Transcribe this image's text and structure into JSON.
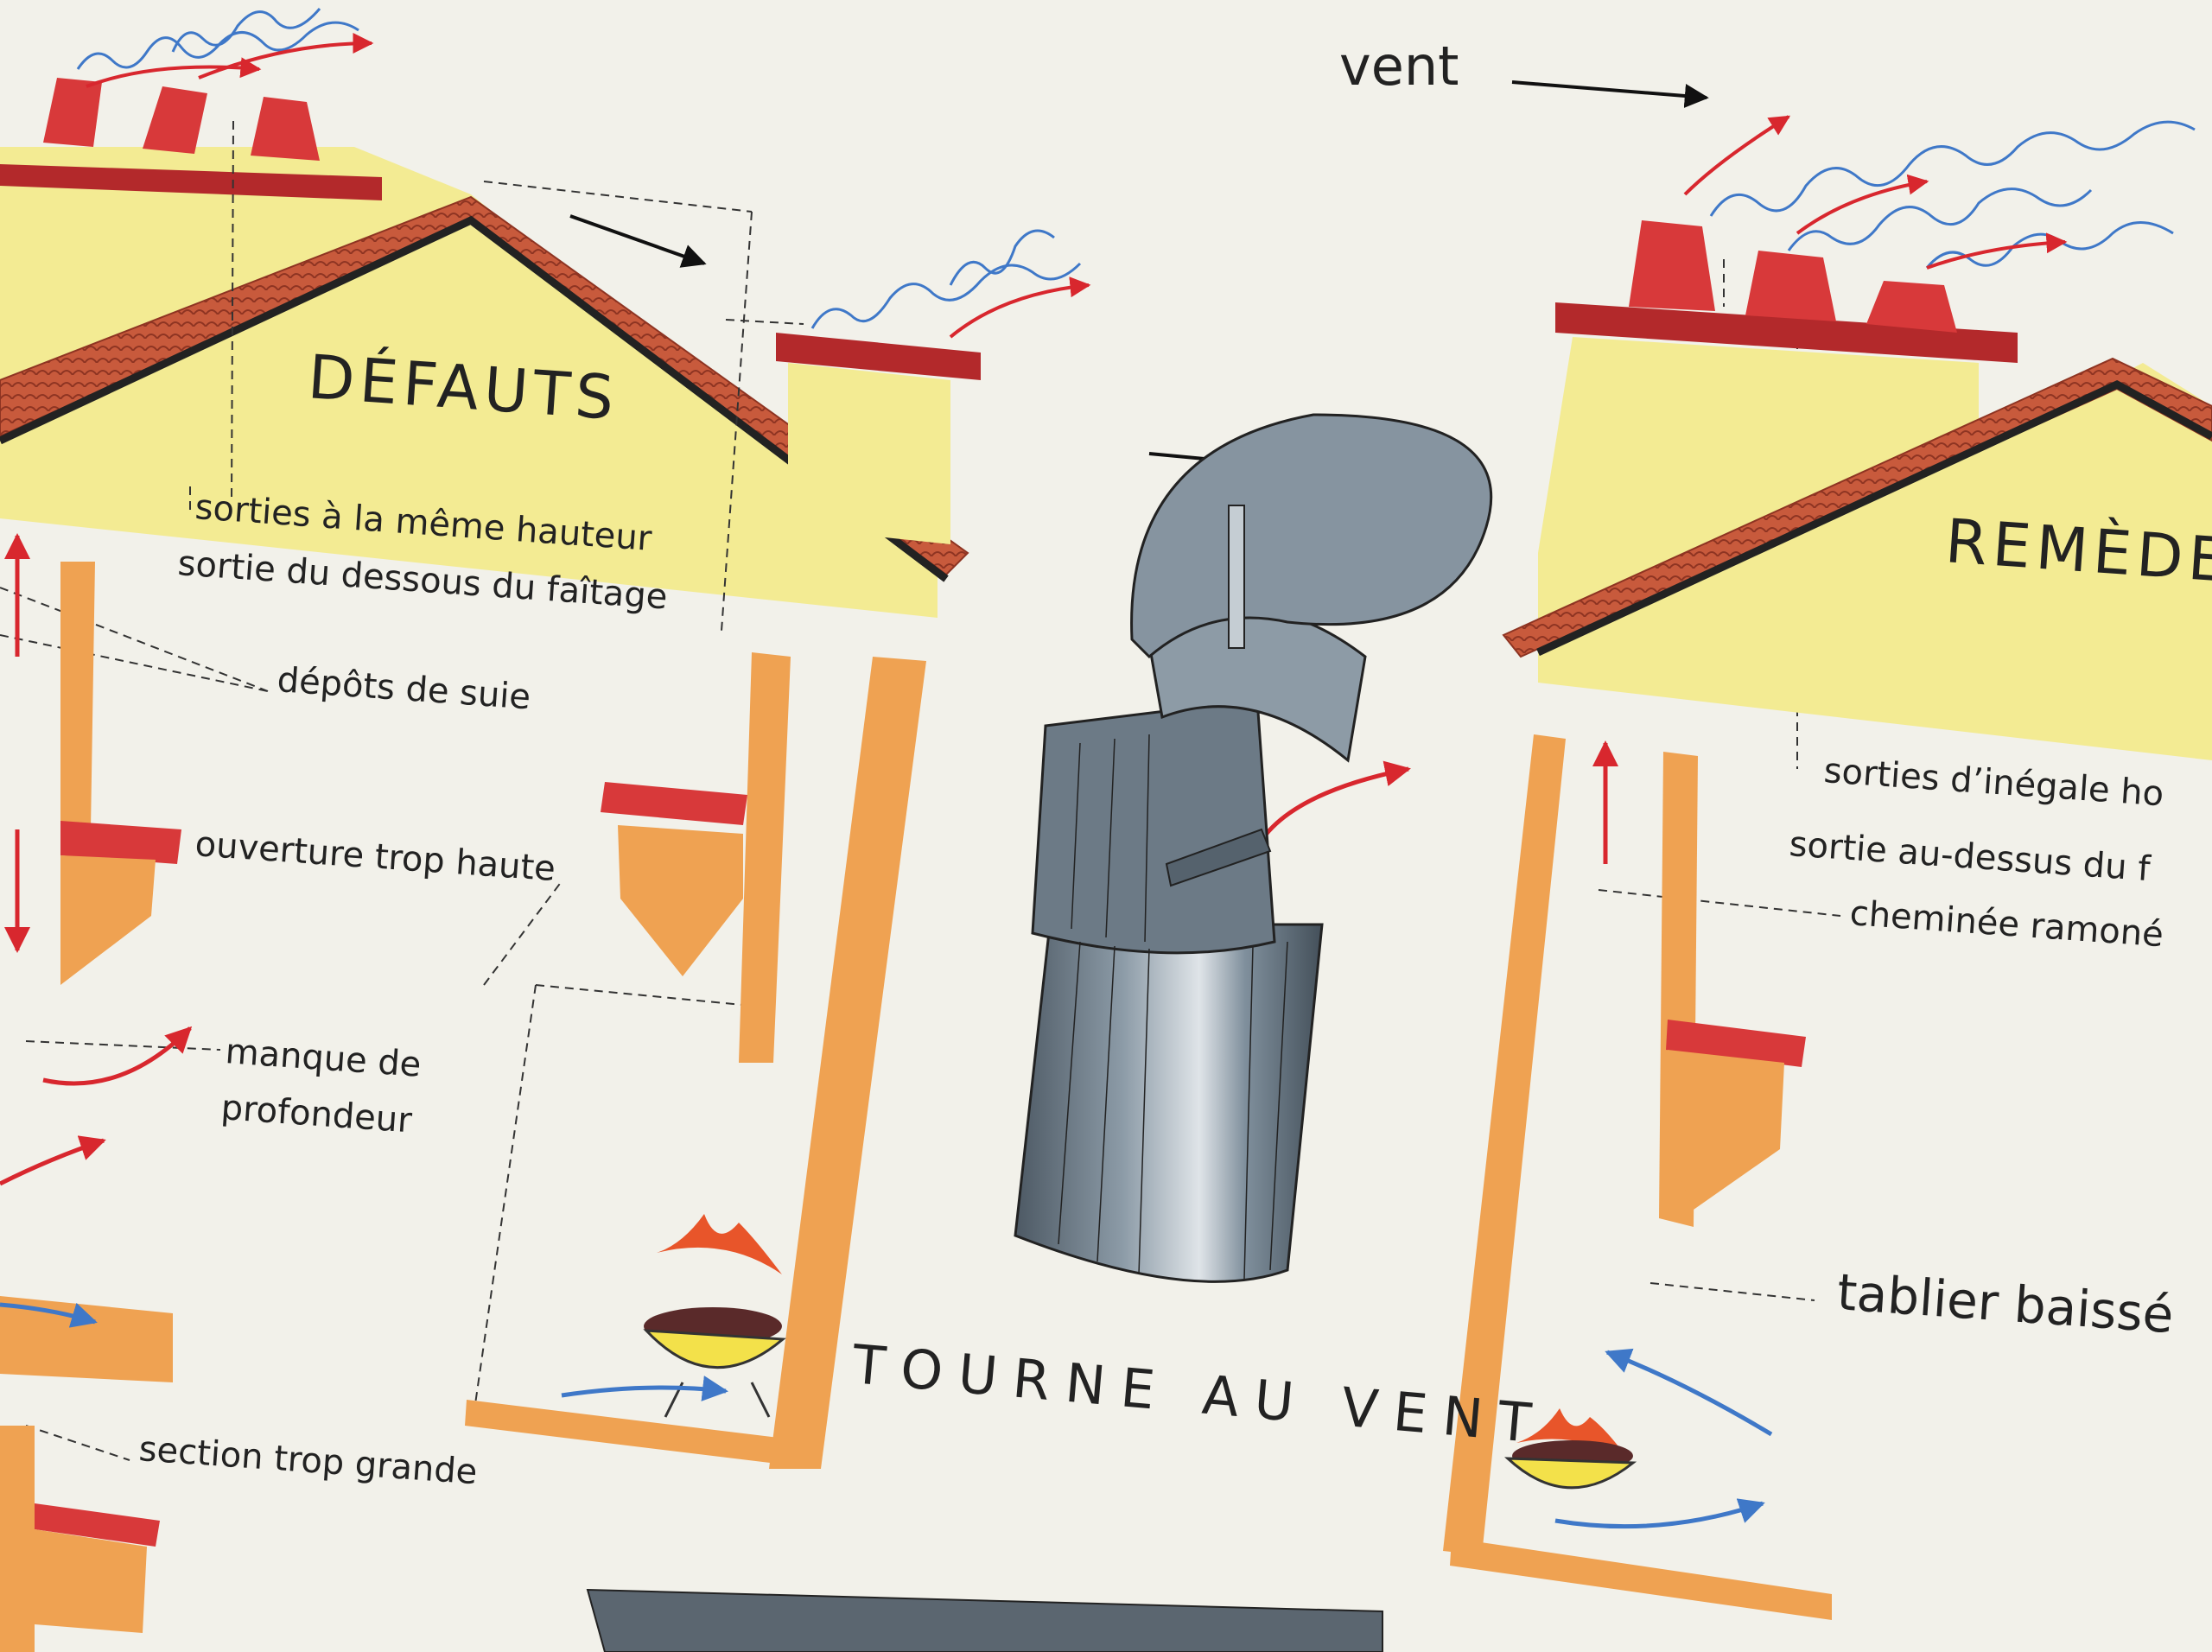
{
  "headings": {
    "defauts": "DÉFAUTS",
    "remedes": "REMÈDE",
    "tourne": "TOURNE AU VENT",
    "vent": "vent"
  },
  "defauts_labels": {
    "same_height": "sorties à la même hauteur",
    "below_ridge": "sortie du dessous du faîtage",
    "soot": "dépôts de suie",
    "opening_high": "ouverture trop haute",
    "lack_depth_1": "manque de",
    "lack_depth_2": "profondeur",
    "section": "section trop grande"
  },
  "remedes_labels": {
    "unequal": "sorties d’inégale ho",
    "above_ridge": "sortie au-dessus du f",
    "swept": "cheminée ramoné",
    "apron": "tablier baissé"
  },
  "colors": {
    "background": "#f2f1ea",
    "wall_yellow": "#f3eb93",
    "chimney_red": "#d8393a",
    "cap_red": "#b3292b",
    "roof_tile": "#c85a3c",
    "flue_orange": "#efa252",
    "metal_gray": "#7f8f9c",
    "smoke_blue": "#3f78c8",
    "arrow_red": "#d8272e"
  }
}
